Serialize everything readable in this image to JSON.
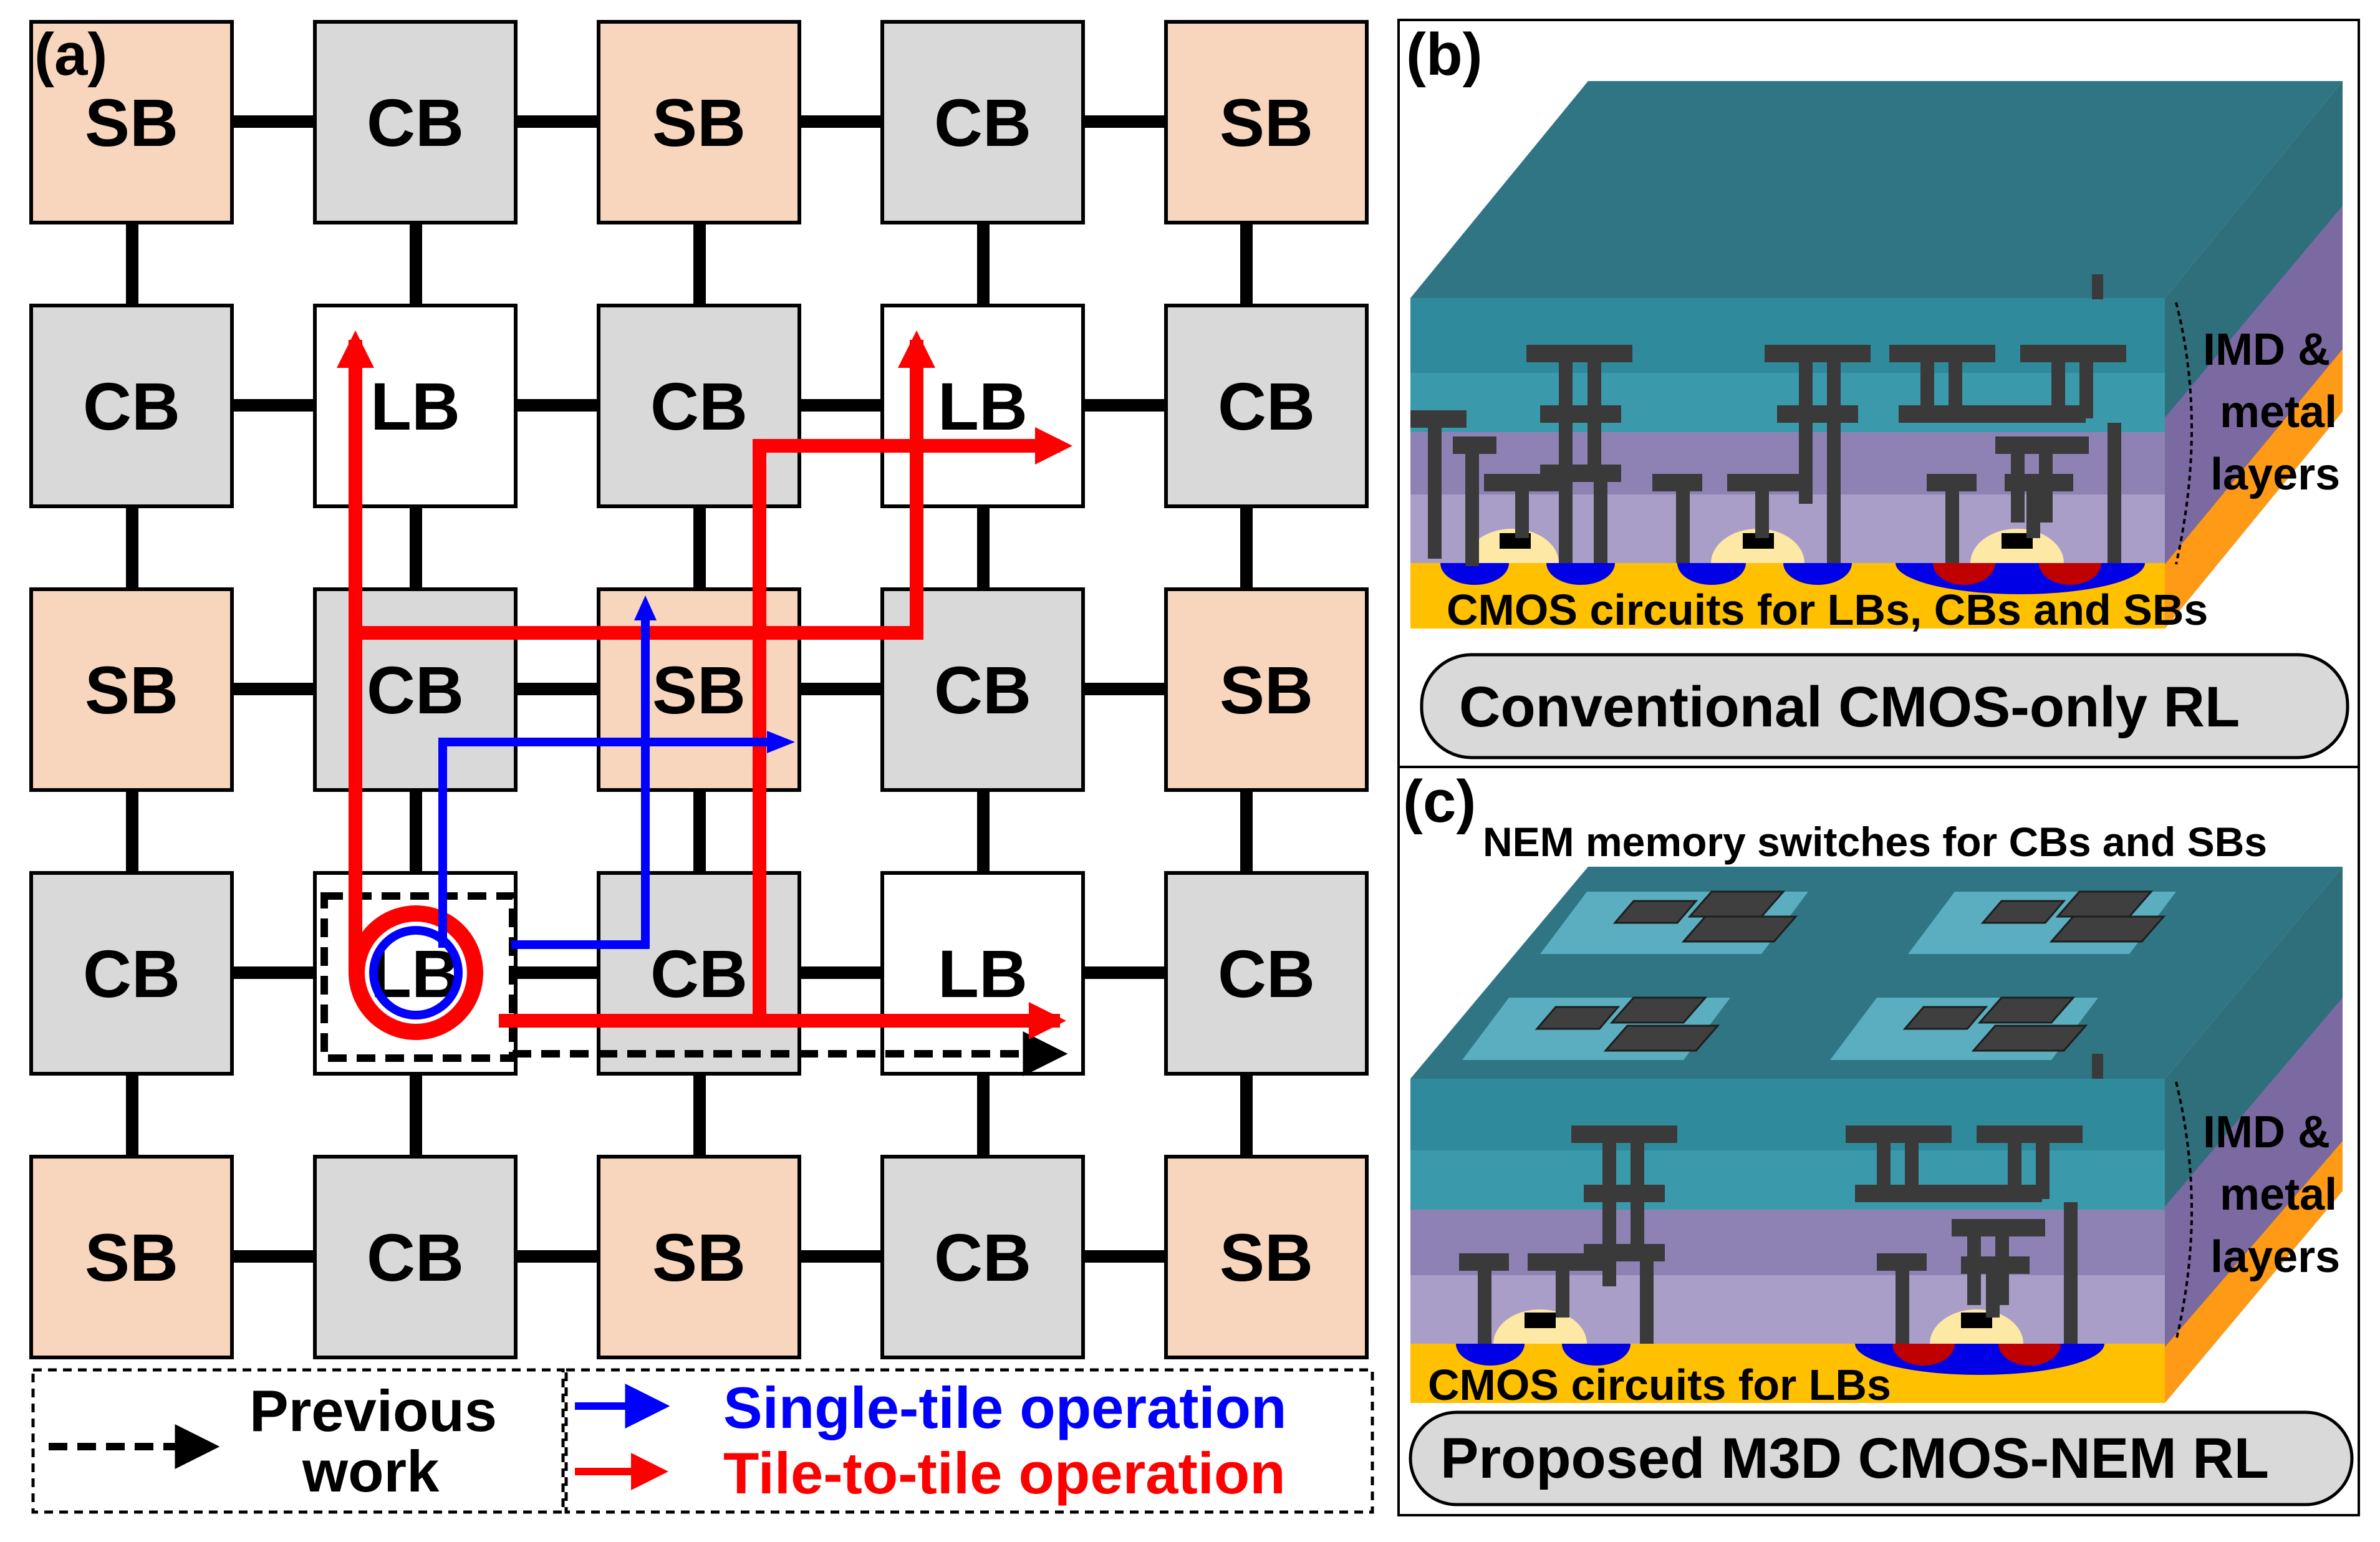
{
  "panel_a": {
    "label": "(a)",
    "grid": [
      [
        "SB",
        "CB",
        "SB",
        "CB",
        "SB"
      ],
      [
        "CB",
        "LB",
        "CB",
        "LB",
        "CB"
      ],
      [
        "SB",
        "CB",
        "SB",
        "CB",
        "SB"
      ],
      [
        "CB",
        "LB",
        "CB",
        "LB",
        "CB"
      ],
      [
        "SB",
        "CB",
        "SB",
        "CB",
        "SB"
      ]
    ],
    "legend": {
      "previous_line1": "Previous",
      "previous_line2": "work",
      "single_tile": "Single-tile operation",
      "tile_to_tile": "Tile-to-tile operation"
    },
    "colors": {
      "SB": "#f8d6bd",
      "CB": "#d9d9d9",
      "LB": "#ffffff",
      "single": "#0000ff",
      "tile": "#ff0000"
    }
  },
  "panel_b": {
    "label": "(b)",
    "substrate_text": "CMOS circuits for LBs, CBs and SBs",
    "side_line1": "IMD &",
    "side_line2": "metal",
    "side_line3": "layers",
    "caption": "Conventional CMOS-only RL"
  },
  "panel_c": {
    "label": "(c)",
    "top_text": "NEM memory switches for CBs and SBs",
    "substrate_text": "CMOS circuits for LBs",
    "side_line1": "IMD &",
    "side_line2": "metal",
    "side_line3": "layers",
    "caption": "Proposed M3D CMOS-NEM RL"
  }
}
